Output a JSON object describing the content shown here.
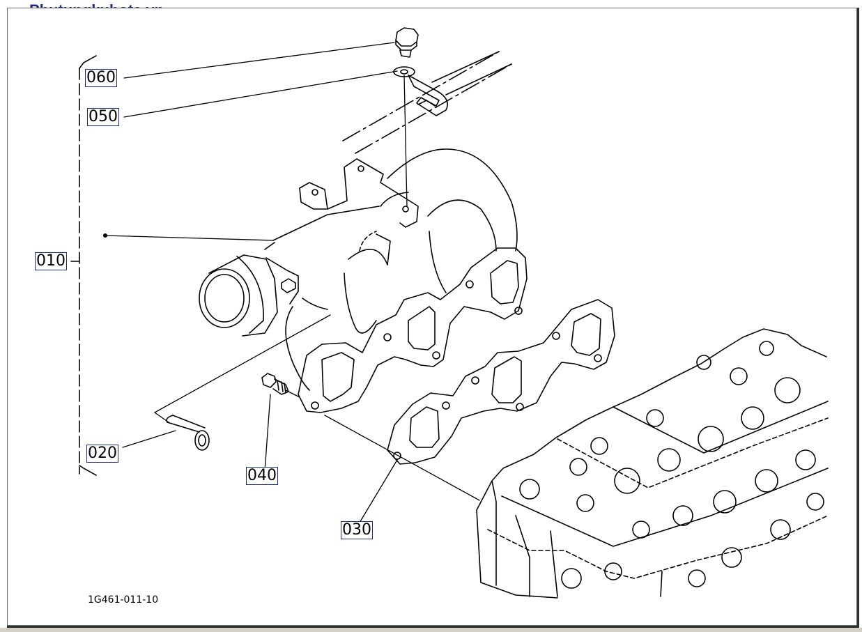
{
  "watermark": "Phutungkubota.vn",
  "drawing_number": "1G461-011-10",
  "parts": [
    {
      "ref": "060"
    },
    {
      "ref": "050"
    },
    {
      "ref": "010"
    },
    {
      "ref": "020"
    },
    {
      "ref": "040"
    },
    {
      "ref": "030"
    }
  ],
  "colors": {
    "line": "#000000",
    "label_border": "#1a2d8f",
    "watermark": "#1a2d8f"
  }
}
